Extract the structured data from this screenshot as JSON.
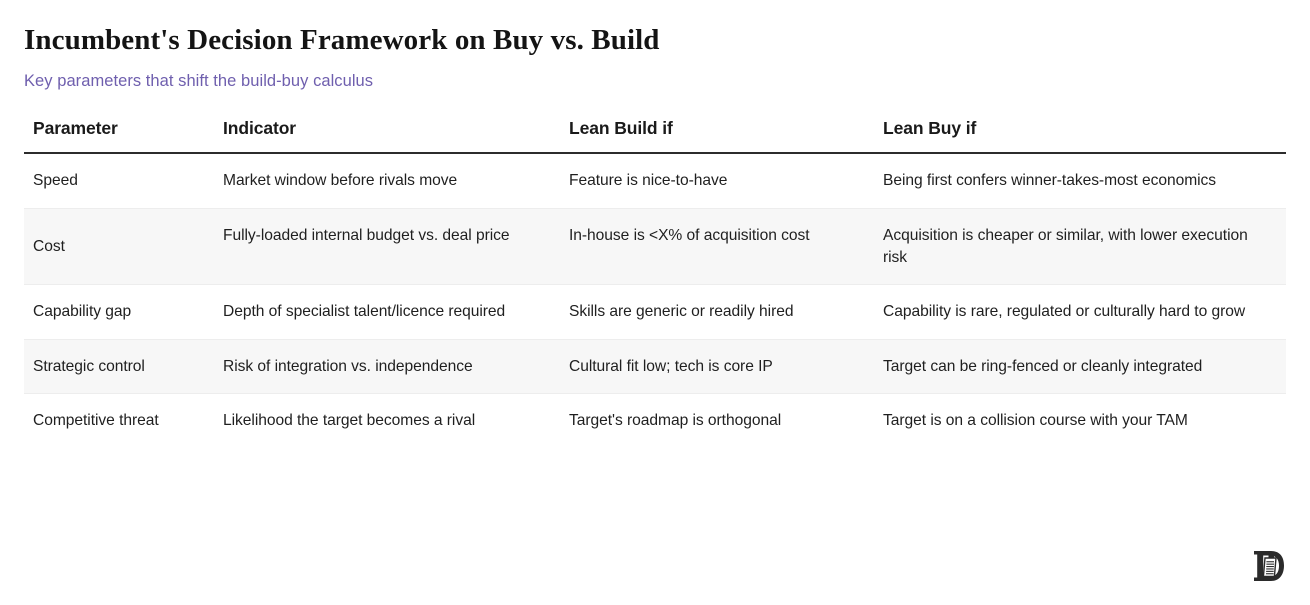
{
  "header": {
    "title": "Incumbent's Decision Framework on Buy vs. Build",
    "subtitle": "Key parameters that shift the build-buy calculus",
    "subtitle_color": "#6f5fae",
    "title_color": "#141414"
  },
  "table": {
    "columns": [
      {
        "key": "parameter",
        "label": "Parameter"
      },
      {
        "key": "indicator",
        "label": "Indicator"
      },
      {
        "key": "lean_build",
        "label": "Lean Build if"
      },
      {
        "key": "lean_buy",
        "label": "Lean Buy if"
      }
    ],
    "stripe_color": "#f7f7f7",
    "header_rule_color": "#2c2c2c",
    "row_rule_color": "#ededed",
    "rows": [
      {
        "striped": false,
        "parameter": "Speed",
        "indicator": "Market window before rivals move",
        "lean_build": "Feature is nice-to-have",
        "lean_buy": "Being first confers winner-takes-most economics"
      },
      {
        "striped": true,
        "parameter": "Cost",
        "indicator": "Fully-loaded internal budget vs. deal price",
        "lean_build": "In-house is <X% of acquisition cost",
        "lean_buy": "Acquisition is cheaper or similar, with lower execution risk"
      },
      {
        "striped": false,
        "parameter": "Capability gap",
        "indicator": "Depth of specialist talent/licence required",
        "lean_build": "Skills are generic or readily hired",
        "lean_buy": "Capability is rare, regulated or culturally hard to grow"
      },
      {
        "striped": true,
        "parameter": "Strategic control",
        "indicator": "Risk of integration vs. independence",
        "lean_build": "Cultural fit low; tech is core IP",
        "lean_buy": "Target can be ring-fenced or cleanly integrated"
      },
      {
        "striped": false,
        "parameter": "Competitive threat",
        "indicator": "Likelihood the target becomes a rival",
        "lean_build": "Target's roadmap is orthogonal",
        "lean_buy": "Target is on a collision course with your TAM"
      }
    ]
  },
  "footer": {
    "logo_name": "publisher-monogram-logo",
    "logo_color": "#2b2b2b"
  }
}
